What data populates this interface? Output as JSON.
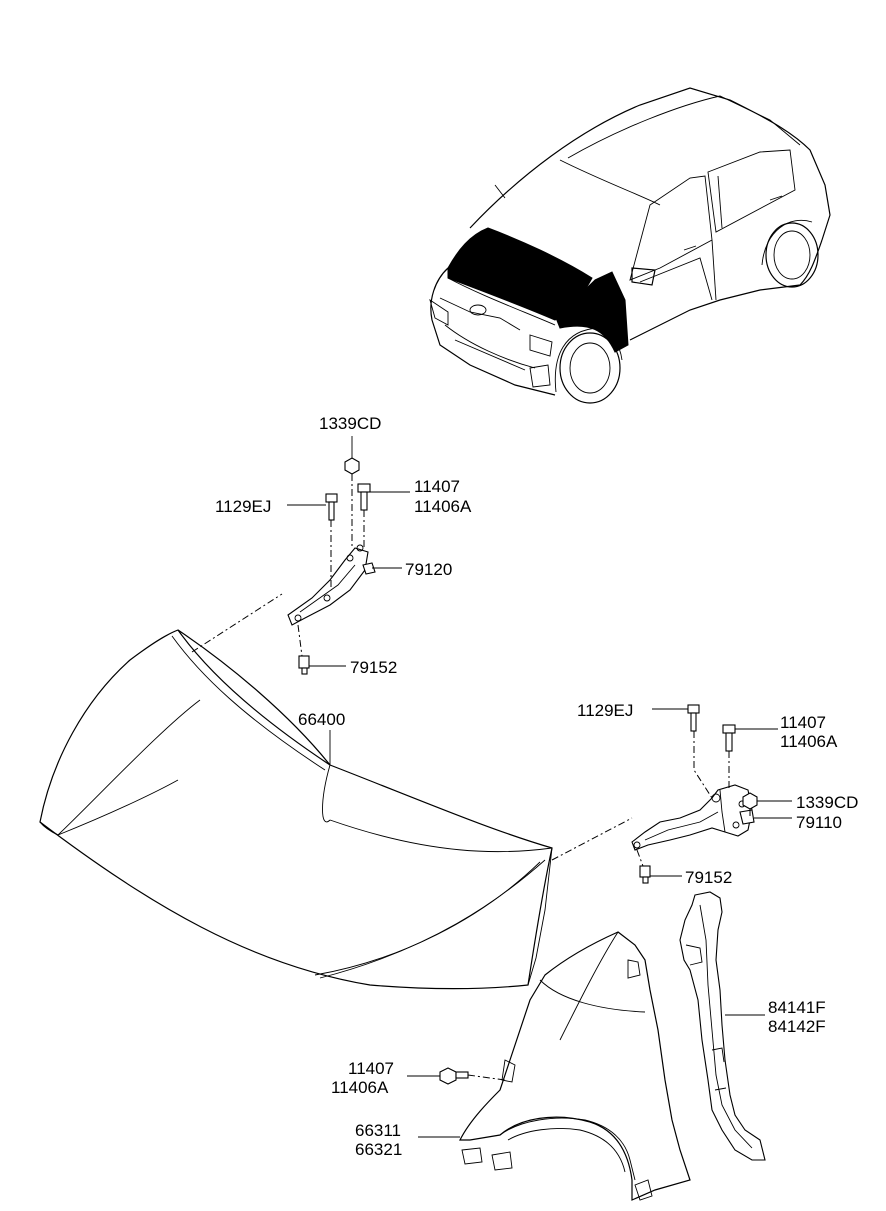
{
  "diagram": {
    "labels": {
      "nut_1339cd_top": "1339CD",
      "bolt_1129ej_left": "1129EJ",
      "bolt_11407_left_a": "11407",
      "bolt_11406a_left_b": "11406A",
      "hinge_79120": "79120",
      "bolt_79152_left": "79152",
      "hood_66400": "66400",
      "bolt_1129ej_right": "1129EJ",
      "bolt_11407_right_a": "11407",
      "bolt_11406a_right_b": "11406A",
      "nut_1339cd_right": "1339CD",
      "hinge_79110": "79110",
      "bolt_79152_right": "79152",
      "garnish_84141f": "84141F",
      "garnish_84142f": "84142F",
      "bolt_11407_fender_a": "11407",
      "bolt_11406a_fender_b": "11406A",
      "fender_66311": "66311",
      "fender_66321": "66321"
    },
    "icons": [
      "car-icon",
      "hood-panel",
      "hinge-left",
      "hinge-right",
      "fender-panel",
      "fender-garnish",
      "bolt-icon",
      "nut-icon"
    ]
  }
}
